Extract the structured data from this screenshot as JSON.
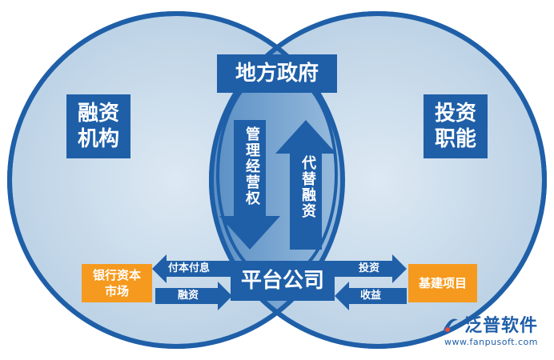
{
  "central": {
    "top": "地方政府",
    "platform": "平台公司"
  },
  "left_circle": {
    "line1": "融资",
    "line2": "机构"
  },
  "right_circle": {
    "line1": "投资",
    "line2": "职能"
  },
  "center_arrows": {
    "down": "管理经营权",
    "up": "代替融资"
  },
  "left_box": {
    "line1": "银行资本",
    "line2": "市场"
  },
  "left_arrows": {
    "top": "付本付息",
    "bottom": "融资"
  },
  "right_box": "基建项目",
  "right_arrows": {
    "top": "投资",
    "bottom": "收益"
  },
  "logo": {
    "name": "泛普软件",
    "url": "www.fanpusoft.com"
  },
  "colors": {
    "circle_fill": "#c9dceb",
    "circle_stroke": "#1f5fa8",
    "lens_fill": "#6f9fcc",
    "box_blue": "#1f5fa8",
    "box_orange": "#f59a1e"
  }
}
